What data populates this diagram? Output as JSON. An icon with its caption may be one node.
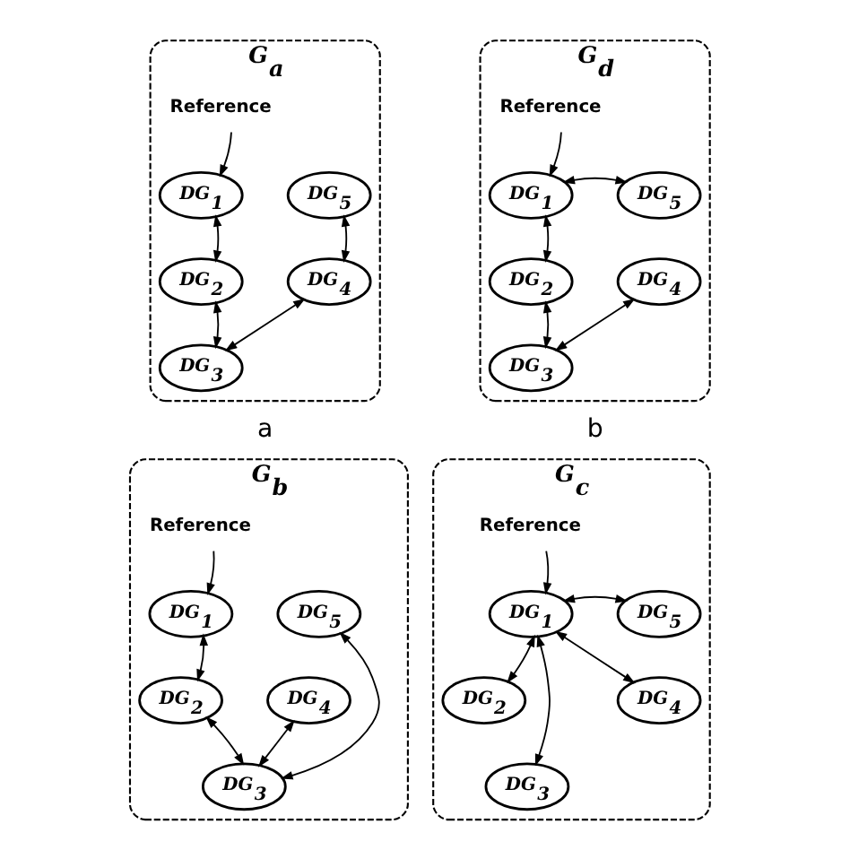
{
  "diagram": {
    "nodes": [
      {
        "text": [
          "G$_{a}$"
        ],
        "beside": [
          "a"
        ]
      },
      {
        "text": [
          "Reference"
        ],
        "in": 0
      },
      {
        "text": [
          "DG$_{1}$"
        ],
        "in": 0
      },
      {
        "text": [
          "DG$_{2}$"
        ],
        "in": 0
      },
      {
        "text": [
          "DG$_{3}$"
        ],
        "in": 0
      },
      {
        "text": [
          "DG$_{4}$"
        ],
        "in": 0
      },
      {
        "text": [
          "DG$_{5}$"
        ],
        "in": 0
      },
      {
        "text": [
          "G$_{d}$"
        ],
        "beside": [
          "b"
        ]
      },
      {
        "text": [
          "Reference"
        ],
        "in": 7
      },
      {
        "text": [
          "DG$_{1}$"
        ],
        "in": 7
      },
      {
        "text": [
          "DG$_{2}$"
        ],
        "in": 7
      },
      {
        "text": [
          "DG$_{3}$"
        ],
        "in": 7
      },
      {
        "text": [
          "DG$_{4}$"
        ],
        "in": 7
      },
      {
        "text": [
          "DG$_{5}$"
        ],
        "in": 7
      },
      {
        "text": [
          "G$_{b}$"
        ]
      },
      {
        "text": [
          "Reference"
        ],
        "in": 14
      },
      {
        "text": [
          "DG$_{1}$"
        ],
        "in": 14
      },
      {
        "text": [
          "DG$_{2}$"
        ],
        "in": 14
      },
      {
        "text": [
          "DG$_{3}$"
        ],
        "in": 14
      },
      {
        "text": [
          "DG$_{4}$"
        ],
        "in": 14
      },
      {
        "text": [
          "DG$_{5}$"
        ],
        "in": 14
      },
      {
        "text": [
          "G$_{c}$"
        ]
      },
      {
        "text": [
          "Reference"
        ],
        "in": 21
      },
      {
        "text": [
          "DG$_{1}$"
        ],
        "in": 21
      },
      {
        "text": [
          "DG$_{2}$"
        ],
        "in": 21
      },
      {
        "text": [
          "DG$_{3}$"
        ],
        "in": 21
      },
      {
        "text": [
          "DG$_{4}$"
        ],
        "in": 21
      },
      {
        "text": [
          "DG$_{5}$"
        ],
        "in": 21
      }
    ],
    "edges": [
      {
        "from": 1,
        "to": 2,
        "arrow": "to"
      },
      {
        "from": 2,
        "to": 3,
        "arrow": "both"
      },
      {
        "from": 6,
        "to": 5,
        "arrow": "both"
      },
      {
        "from": 3,
        "to": 4,
        "arrow": "both"
      },
      {
        "from": 5,
        "to": 4,
        "arrow": "both"
      },
      {
        "from": 8,
        "to": 9,
        "arrow": "to"
      },
      {
        "from": 9,
        "to": 13,
        "arrow": "both"
      },
      {
        "from": 9,
        "to": 10,
        "arrow": "both"
      },
      {
        "from": 10,
        "to": 11,
        "arrow": "both"
      },
      {
        "from": 12,
        "to": 11,
        "arrow": "both"
      },
      {
        "from": 15,
        "to": 16,
        "arrow": "to"
      },
      {
        "from": 16,
        "to": 17,
        "arrow": "both"
      },
      {
        "from": 17,
        "to": 18,
        "arrow": "both"
      },
      {
        "from": 20,
        "to": 18,
        "arrow": "both"
      },
      {
        "from": 19,
        "to": 18,
        "arrow": "both"
      },
      {
        "from": 22,
        "to": 23,
        "arrow": "to"
      },
      {
        "from": 23,
        "to": 27,
        "arrow": "both"
      },
      {
        "from": 23,
        "to": 24,
        "arrow": "both"
      },
      {
        "from": 23,
        "to": 26,
        "arrow": "both"
      },
      {
        "from": 23,
        "to": 25,
        "arrow": "both"
      }
    ]
  }
}
